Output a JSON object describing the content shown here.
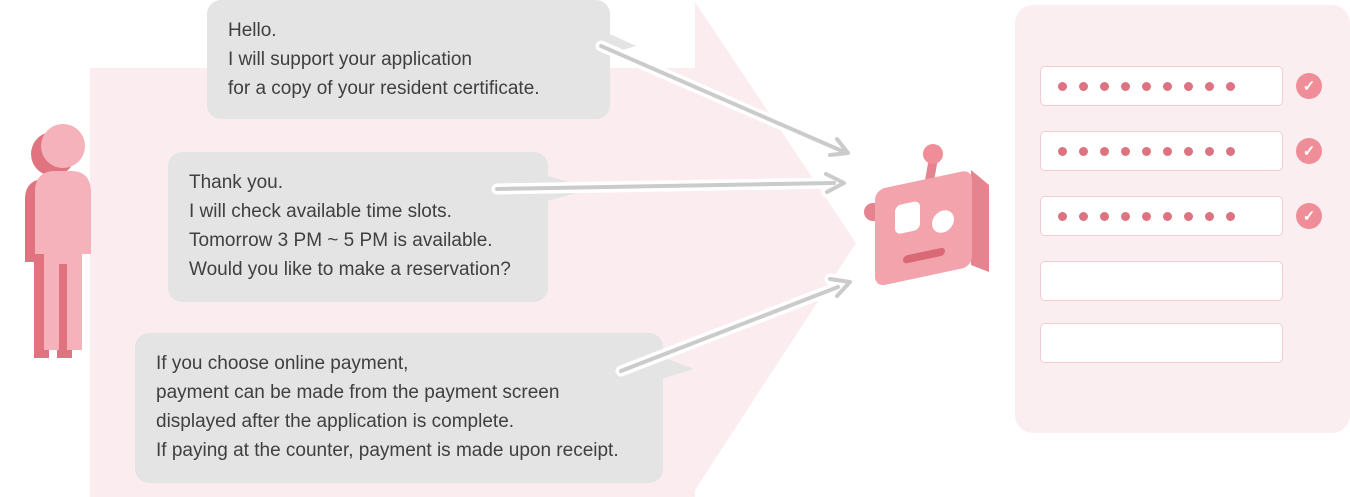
{
  "bubbles": [
    {
      "lines": [
        "Hello.",
        "I will support your application",
        "for a copy of your resident certificate."
      ]
    },
    {
      "lines": [
        "Thank you.",
        "I will check available time slots.",
        "Tomorrow 3 PM ~ 5 PM is available.",
        "Would you like to make a reservation?"
      ]
    },
    {
      "lines": [
        "If you choose online payment,",
        "payment can be made from the payment screen",
        "displayed after the application is complete.",
        "If paying at the counter, payment is made upon receipt."
      ]
    }
  ],
  "form_panel": {
    "check_glyph": "✓",
    "fields": [
      {
        "filled": true,
        "dots": 9,
        "checked": true
      },
      {
        "filled": true,
        "dots": 9,
        "checked": true
      },
      {
        "filled": true,
        "dots": 9,
        "checked": true
      },
      {
        "filled": false,
        "dots": 0,
        "checked": false
      },
      {
        "filled": false,
        "dots": 0,
        "checked": false
      }
    ]
  },
  "colors": {
    "pink_light": "#fbedef",
    "bubble_gray": "#e4e4e4",
    "text": "#3f3f3f",
    "dot": "#dd7380",
    "check_bg": "#ef8e98",
    "field_border": "#f2ccd2",
    "person_light": "#f5b2ba",
    "person_dark": "#e0737f",
    "robot_light": "#f2a3ab",
    "robot_dark": "#e5848f",
    "robot_mouth": "#d96a75",
    "connector_gray": "#cbcbcb"
  }
}
